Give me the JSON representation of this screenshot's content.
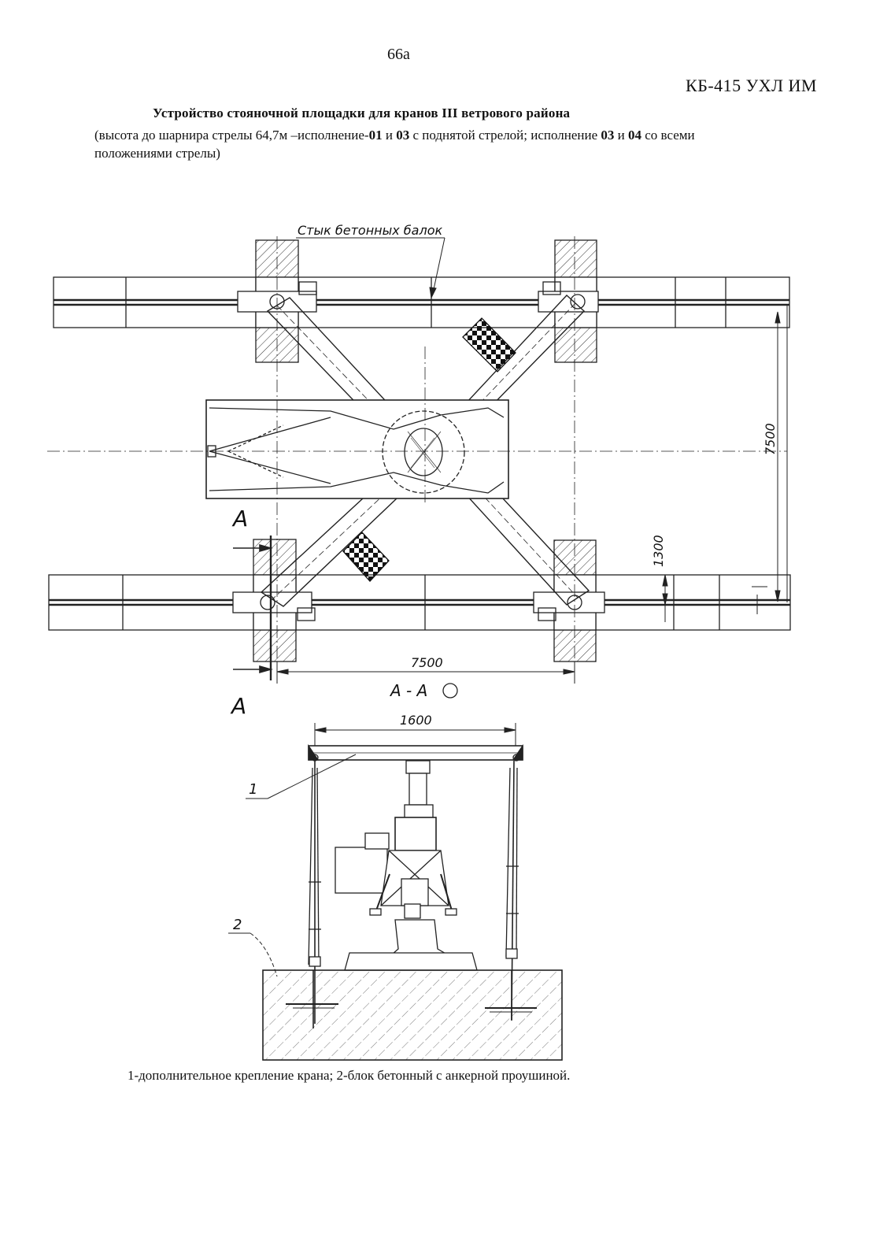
{
  "header": {
    "page_number": "66а",
    "doc_code": "КБ-415 УХЛ ИМ"
  },
  "title": "Устройство стояночной площадки для кранов III ветрового района",
  "subtitle": {
    "p1": "(высота до шарнира стрелы 64,7м –исполнение-",
    "b1": "01",
    "p2": " и ",
    "b2": "03",
    "p3": " с поднятой стрелой; исполнение ",
    "b3": "03",
    "p4": " и ",
    "b4": "04",
    "p5": " со всеми положениями стрелы)"
  },
  "plan": {
    "joint_label": "Стык бетонных балок",
    "dim_track_gauge": "7500",
    "dim_block_offset": "1300",
    "dim_base": "7500",
    "section_mark_top": "А",
    "section_mark_bottom": "А",
    "section_title": "А - А"
  },
  "section": {
    "dim_width": "1600",
    "leader_1": "1",
    "leader_2": "2"
  },
  "caption": "1-дополнительное крепление  крана; 2-блок бетонный с анкерной проушиной."
}
